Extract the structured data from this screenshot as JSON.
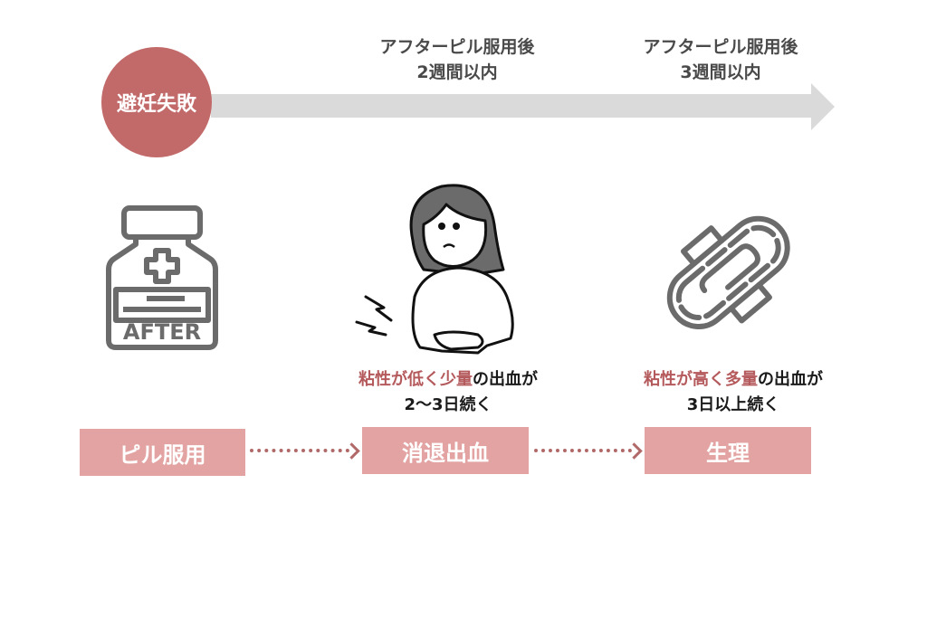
{
  "timeline": {
    "start_label": "避妊失敗",
    "markers": [
      {
        "line1": "アフターピル服用後",
        "line2": "2週間以内"
      },
      {
        "line1": "アフターピル服用後",
        "line2": "3週間以内"
      }
    ]
  },
  "icons": {
    "pill_bottle": {
      "name": "pill-bottle-icon",
      "label_text": "AFTER"
    },
    "woman": {
      "name": "woman-stomach-pain-icon"
    },
    "pad": {
      "name": "sanitary-pad-icon"
    }
  },
  "descriptions": [
    {
      "hl": "粘性が低く少量",
      "rest": "の出血が",
      "line2": "2〜3日続く"
    },
    {
      "hl": "粘性が高く多量",
      "rest": "の出血が",
      "line2": "3日以上続く"
    }
  ],
  "flow": {
    "steps": [
      "ピル服用",
      "消退出血",
      "生理"
    ]
  },
  "colors": {
    "accent": "#c26a69",
    "box": "#e2a3a2",
    "highlight_text": "#b55a5c",
    "bar": "#dadada",
    "icon": "#6b6b6b"
  }
}
